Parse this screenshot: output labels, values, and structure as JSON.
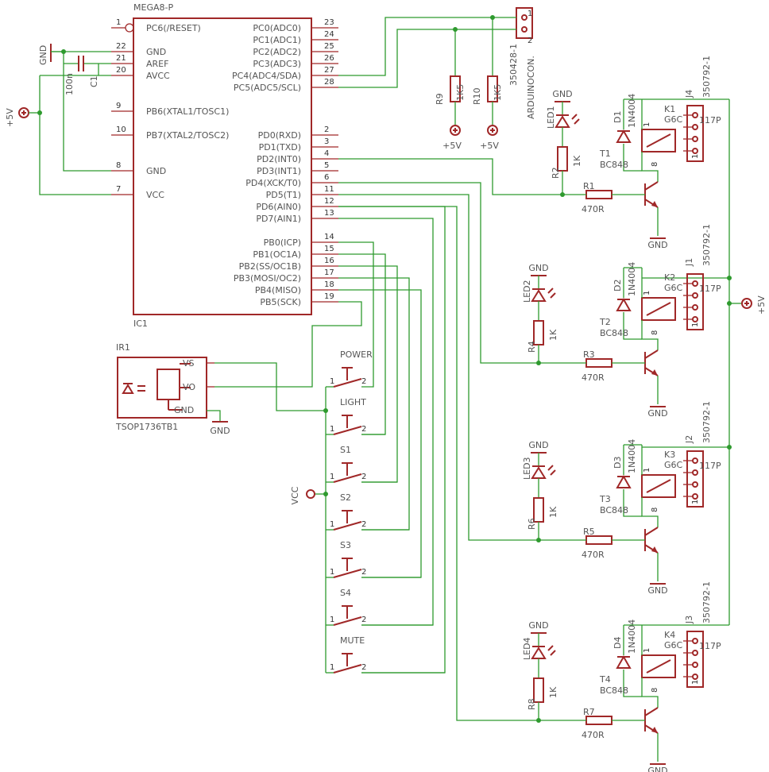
{
  "ic": {
    "ref": "IC1",
    "value": "MEGA8-P",
    "left": [
      {
        "num": "1",
        "name": "PC6(/RESET)"
      },
      {
        "num": "22",
        "name": "GND"
      },
      {
        "num": "21",
        "name": "AREF"
      },
      {
        "num": "20",
        "name": "AVCC"
      },
      {
        "num": "9",
        "name": "PB6(XTAL1/TOSC1)"
      },
      {
        "num": "10",
        "name": "PB7(XTAL2/TOSC2)"
      },
      {
        "num": "8",
        "name": "GND"
      },
      {
        "num": "7",
        "name": "VCC"
      }
    ],
    "right": [
      {
        "num": "23",
        "name": "PC0(ADC0)"
      },
      {
        "num": "24",
        "name": "PC1(ADC1)"
      },
      {
        "num": "25",
        "name": "PC2(ADC2)"
      },
      {
        "num": "26",
        "name": "PC3(ADC3)"
      },
      {
        "num": "27",
        "name": "PC4(ADC4/SDA)"
      },
      {
        "num": "28",
        "name": "PC5(ADC5/SCL)"
      },
      {
        "num": "2",
        "name": "PD0(RXD)"
      },
      {
        "num": "3",
        "name": "PD1(TXD)"
      },
      {
        "num": "4",
        "name": "PD2(INT0)"
      },
      {
        "num": "5",
        "name": "PD3(INT1)"
      },
      {
        "num": "6",
        "name": "PD4(XCK/T0)"
      },
      {
        "num": "11",
        "name": "PD5(T1)"
      },
      {
        "num": "12",
        "name": "PD6(AIN0)"
      },
      {
        "num": "13",
        "name": "PD7(AIN1)"
      },
      {
        "num": "14",
        "name": "PB0(ICP)"
      },
      {
        "num": "15",
        "name": "PB1(OC1A)"
      },
      {
        "num": "16",
        "name": "PB2(SS/OC1B)"
      },
      {
        "num": "17",
        "name": "PB3(MOSI/OC2)"
      },
      {
        "num": "18",
        "name": "PB4(MISO)"
      },
      {
        "num": "19",
        "name": "PB5(SCK)"
      }
    ]
  },
  "power": {
    "gnd": "GND",
    "p5v": "+5V",
    "vcc": "VCC"
  },
  "cap": {
    "ref": "C1",
    "value": "100n"
  },
  "connector": {
    "value": "350428-1",
    "name": "ARDUINOCON.",
    "pin1": "1",
    "pin2": "2"
  },
  "pullups": [
    {
      "ref": "R9",
      "value": "1K5"
    },
    {
      "ref": "R10",
      "value": "1K5"
    }
  ],
  "channels": [
    {
      "relay": "K1",
      "relay_value": "G6C",
      "jack": "J4",
      "jack_value": "350792-1",
      "jack_pin": "117P",
      "diode": "D1",
      "diode_value": "1N4004",
      "transistor": "T1",
      "transistor_value": "BC848",
      "led": "LED1",
      "led_r": "R2",
      "led_r_value": "1K",
      "base_r": "R1",
      "base_r_value": "470R",
      "coil_a": "1",
      "coil_b": "8",
      "jack_first": "1"
    },
    {
      "relay": "K2",
      "relay_value": "G6C",
      "jack": "J1",
      "jack_value": "350792-1",
      "jack_pin": "117P",
      "diode": "D2",
      "diode_value": "1N4004",
      "transistor": "T2",
      "transistor_value": "BC848",
      "led": "LED2",
      "led_r": "R4",
      "led_r_value": "1K",
      "base_r": "R3",
      "base_r_value": "470R",
      "coil_a": "1",
      "coil_b": "8",
      "jack_first": "1"
    },
    {
      "relay": "K3",
      "relay_value": "G6C",
      "jack": "J2",
      "jack_value": "350792-1",
      "jack_pin": "117P",
      "diode": "D3",
      "diode_value": "1N4004",
      "transistor": "T3",
      "transistor_value": "BC848",
      "led": "LED3",
      "led_r": "R6",
      "led_r_value": "1K",
      "base_r": "R5",
      "base_r_value": "470R",
      "coil_a": "1",
      "coil_b": "8",
      "jack_first": "1"
    },
    {
      "relay": "K4",
      "relay_value": "G6C",
      "jack": "J3",
      "jack_value": "350792-1",
      "jack_pin": "117P",
      "diode": "D4",
      "diode_value": "1N4004",
      "transistor": "T4",
      "transistor_value": "BC848",
      "led": "LED4",
      "led_r": "R8",
      "led_r_value": "1K",
      "base_r": "R7",
      "base_r_value": "470R",
      "coil_a": "1",
      "coil_b": "8",
      "jack_first": "1"
    }
  ],
  "ir": {
    "ref": "IR1",
    "value": "TSOP1736TB1",
    "pin_vs": "VS",
    "pin_vo": "VO",
    "pin_gnd": "GND"
  },
  "switches": [
    {
      "label": "POWER",
      "p1": "1",
      "p2": "2"
    },
    {
      "label": "LIGHT",
      "p1": "1",
      "p2": "2"
    },
    {
      "label": "S1",
      "p1": "1",
      "p2": "2"
    },
    {
      "label": "S2",
      "p1": "1",
      "p2": "2"
    },
    {
      "label": "S3",
      "p1": "1",
      "p2": "2"
    },
    {
      "label": "S4",
      "p1": "1",
      "p2": "2"
    },
    {
      "label": "MUTE",
      "p1": "1",
      "p2": "2"
    }
  ],
  "colors": {
    "component": "#a02828",
    "wire": "#2e9a2e",
    "text": "#555555",
    "background": "#ffffff"
  }
}
